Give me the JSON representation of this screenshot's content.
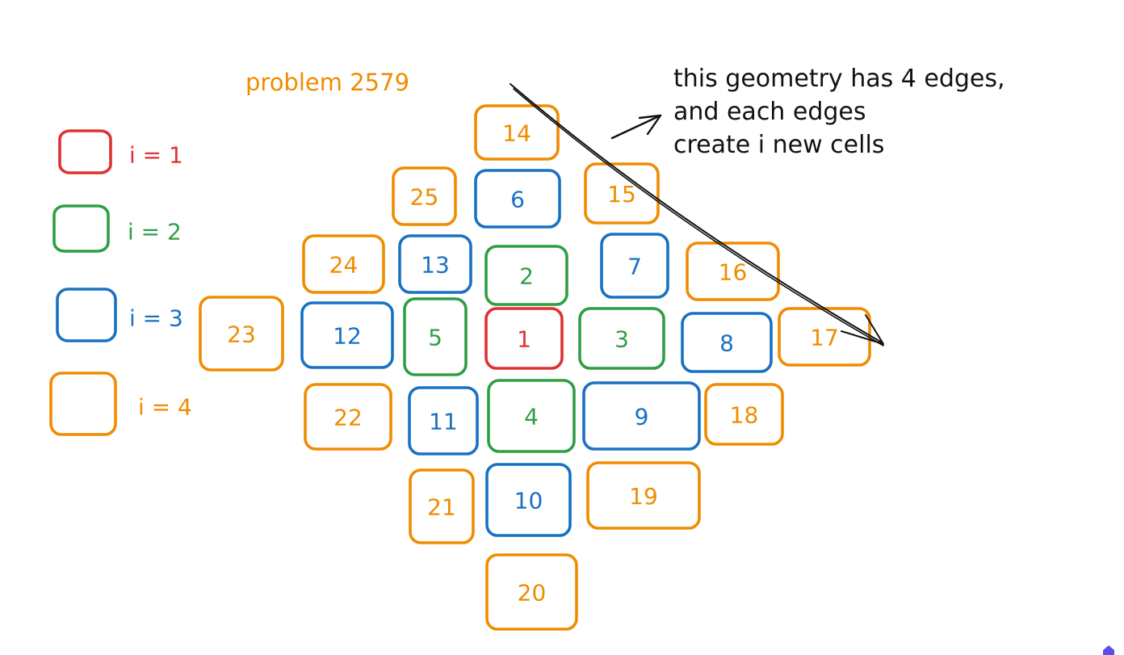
{
  "colors": {
    "i1": "#e03131",
    "i2": "#2f9e44",
    "i3": "#1971c2",
    "i4": "#f08c00",
    "ink": "#111111"
  },
  "title": "problem 2579",
  "note": {
    "lines": [
      "this geometry has 4 edges,",
      "and each edges",
      "create i new cells"
    ]
  },
  "legend": [
    {
      "label": "i = 1",
      "level": 1
    },
    {
      "label": "i = 2",
      "level": 2
    },
    {
      "label": "i = 3",
      "level": 3
    },
    {
      "label": "i = 4",
      "level": 4
    }
  ],
  "cells": [
    {
      "label": "1",
      "level": 1
    },
    {
      "label": "2",
      "level": 2
    },
    {
      "label": "3",
      "level": 2
    },
    {
      "label": "4",
      "level": 2
    },
    {
      "label": "5",
      "level": 2
    },
    {
      "label": "6",
      "level": 3
    },
    {
      "label": "7",
      "level": 3
    },
    {
      "label": "8",
      "level": 3
    },
    {
      "label": "9",
      "level": 3
    },
    {
      "label": "10",
      "level": 3
    },
    {
      "label": "11",
      "level": 3
    },
    {
      "label": "12",
      "level": 3
    },
    {
      "label": "13",
      "level": 3
    },
    {
      "label": "14",
      "level": 4
    },
    {
      "label": "15",
      "level": 4
    },
    {
      "label": "16",
      "level": 4
    },
    {
      "label": "17",
      "level": 4
    },
    {
      "label": "18",
      "level": 4
    },
    {
      "label": "19",
      "level": 4
    },
    {
      "label": "20",
      "level": 4
    },
    {
      "label": "21",
      "level": 4
    },
    {
      "label": "22",
      "level": 4
    },
    {
      "label": "23",
      "level": 4
    },
    {
      "label": "24",
      "level": 4
    },
    {
      "label": "25",
      "level": 4
    }
  ]
}
